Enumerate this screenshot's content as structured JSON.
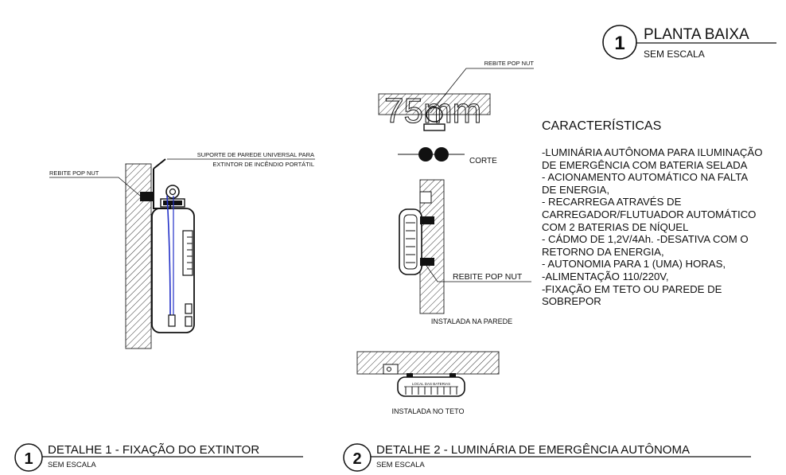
{
  "header": {
    "number": "1",
    "title": "PLANTA BAIXA",
    "scale": "SEM ESCALA"
  },
  "detail1": {
    "labels": {
      "bracket": [
        "SUPORTE DE PAREDE UNIVERSAL PARA",
        "EXTINTOR DE INCÊNDIO PORTÁTIL"
      ],
      "rivet": "REBITE POP NUT"
    },
    "caption_number": "1",
    "caption_title": "DETALHE 1 - FIXAÇÃO DO EXTINTOR",
    "caption_scale": "SEM ESCALA"
  },
  "detail2": {
    "labels": {
      "rivet_top": "REBITE POP NUT",
      "dimension": "75mm",
      "section": "CORTE",
      "rivet_wall": "REBITE POP NUT",
      "wall_caption": "INSTALADA NA PAREDE",
      "battery": "LOCAL DAS BATERIAS",
      "ceiling_caption": "INSTALADA NO TETO"
    },
    "caption_number": "2",
    "caption_title": "DETALHE 2 - LUMINÁRIA DE EMERGÊNCIA AUTÔNOMA",
    "caption_scale": "SEM ESCALA"
  },
  "characteristics": {
    "title": "CARACTERÍSTICAS",
    "lines": [
      "-LUMINÁRIA AUTÔNOMA PARA ILUMINAÇÃO",
      "DE EMERGÊNCIA COM BATERIA SELADA",
      "- ACIONAMENTO AUTOMÁTICO NA FALTA",
      "DE ENERGIA,",
      "- RECARREGA ATRAVÉS DE",
      "CARREGADOR/FLUTUADOR AUTOMÁTICO",
      "COM 2 BATERIAS DE NÍQUEL",
      "- CÁDMO DE 1,2V/4Ah. -DESATIVA COM O",
      "RETORNO DA ENERGIA,",
      "- AUTONOMIA PARA 1 (UMA) HORAS,",
      "-ALIMENTAÇÃO 110/220V,",
      "-FIXAÇÃO EM TETO OU PAREDE DE",
      "SOBREPOR"
    ]
  }
}
